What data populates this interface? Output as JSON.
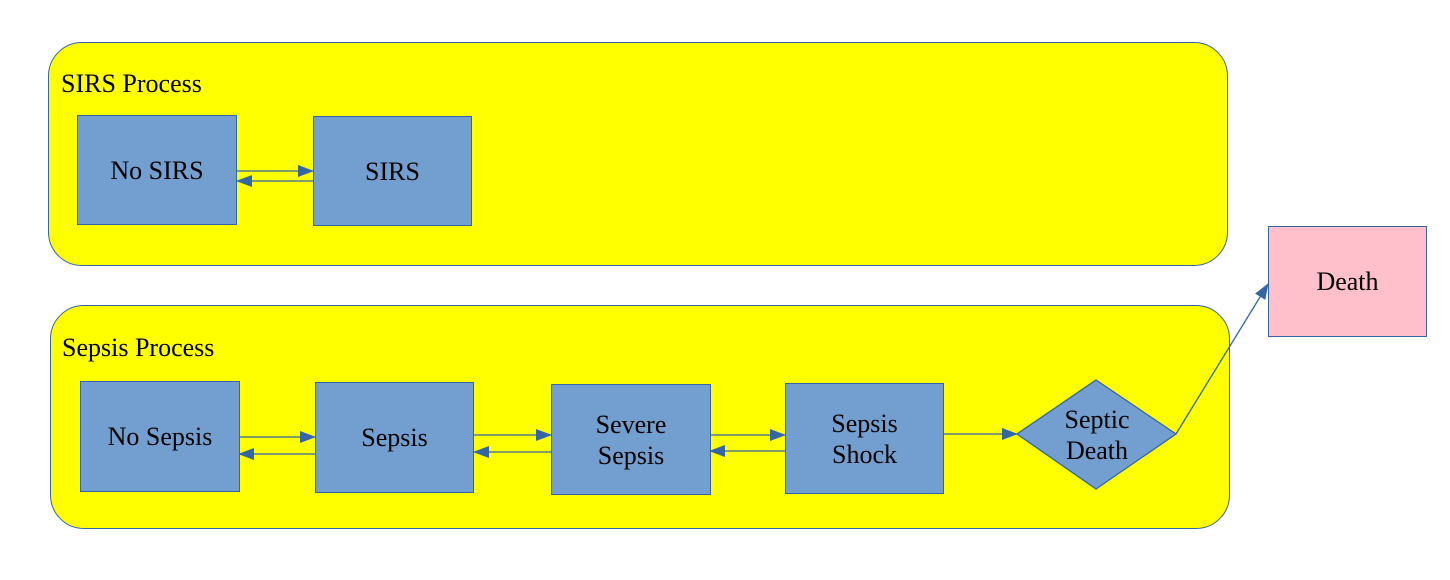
{
  "colors": {
    "container_fill": "#ffff00",
    "container_border": "#3465a4",
    "node_fill": "#729fcf",
    "node_border": "#3465a4",
    "death_fill": "#ffc0cb",
    "arrow": "#3465a4"
  },
  "containers": {
    "sirs": {
      "title": "SIRS Process"
    },
    "sepsis": {
      "title": "Sepsis Process"
    }
  },
  "nodes": {
    "no_sirs": "No SIRS",
    "sirs": "SIRS",
    "no_sepsis": "No Sepsis",
    "sepsis": "Sepsis",
    "severe_sepsis": "Severe\nSepsis",
    "sepsis_shock": "Sepsis\nShock",
    "septic_death": "Septic\nDeath",
    "death": "Death"
  },
  "edges": [
    {
      "from": "no_sirs",
      "to": "sirs"
    },
    {
      "from": "sirs",
      "to": "no_sirs"
    },
    {
      "from": "no_sepsis",
      "to": "sepsis"
    },
    {
      "from": "sepsis",
      "to": "no_sepsis"
    },
    {
      "from": "sepsis",
      "to": "severe_sepsis"
    },
    {
      "from": "severe_sepsis",
      "to": "sepsis"
    },
    {
      "from": "severe_sepsis",
      "to": "sepsis_shock"
    },
    {
      "from": "sepsis_shock",
      "to": "severe_sepsis"
    },
    {
      "from": "sepsis_shock",
      "to": "septic_death"
    },
    {
      "from": "septic_death",
      "to": "death"
    }
  ]
}
